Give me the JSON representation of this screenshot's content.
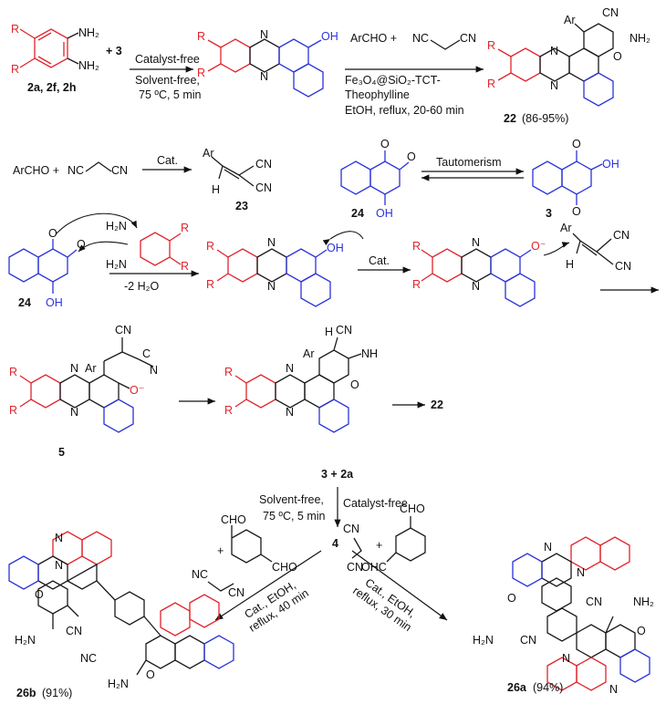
{
  "row1": {
    "diamine_label": "2a, 2f, 2h",
    "plus3": "+ 3",
    "arrow1_top": "Catalyst-free",
    "arrow1_mid": "Solvent-free,",
    "arrow1_bot": "75 ºC, 5 min",
    "arrow2_top": "ArCHO +",
    "arrow2_l2": "Fe₃O₄@SiO₂-TCT-",
    "arrow2_l3": "Theophylline",
    "arrow2_l4": "EtOH, reflux, 20-60 min",
    "product_label": "22",
    "product_yield": "(86-95%)"
  },
  "row2": {
    "reagents": "ArCHO +",
    "cat": "Cat.",
    "knoev_label": "23",
    "tautomerism": "Tautomerism",
    "taut_left_label": "24",
    "taut_right_label": "3"
  },
  "row3": {
    "left_label": "24",
    "cond": "-2 H₂O",
    "cat": "Cat."
  },
  "row4": {
    "inter_label": "5",
    "final": "22"
  },
  "row5": {
    "start": "3 + 2a",
    "cond_left": "Solvent-free,",
    "cond_left2": "75 ºC, 5 min",
    "cond_right": "Catalyst-free",
    "center_label": "4",
    "left_arrow_l1": "Cat., EtOH,",
    "left_arrow_l2": "reflux, 40 min",
    "right_arrow_l1": "Cat., EtOH,",
    "right_arrow_l2": "reflux, 30 min",
    "left_product": "26b",
    "left_yield": "(91%)",
    "right_product": "26a",
    "right_yield": "(94%)"
  },
  "atoms": {
    "R": "R",
    "N": "N",
    "NH2": "NH₂",
    "H2N": "H₂N",
    "OH": "OH",
    "O": "O",
    "CN": "CN",
    "NC": "NC",
    "Ar": "Ar",
    "NH": "NH",
    "H": "H",
    "Ominus": "O⁻",
    "CHO": "CHO",
    "OHC": "OHC"
  }
}
